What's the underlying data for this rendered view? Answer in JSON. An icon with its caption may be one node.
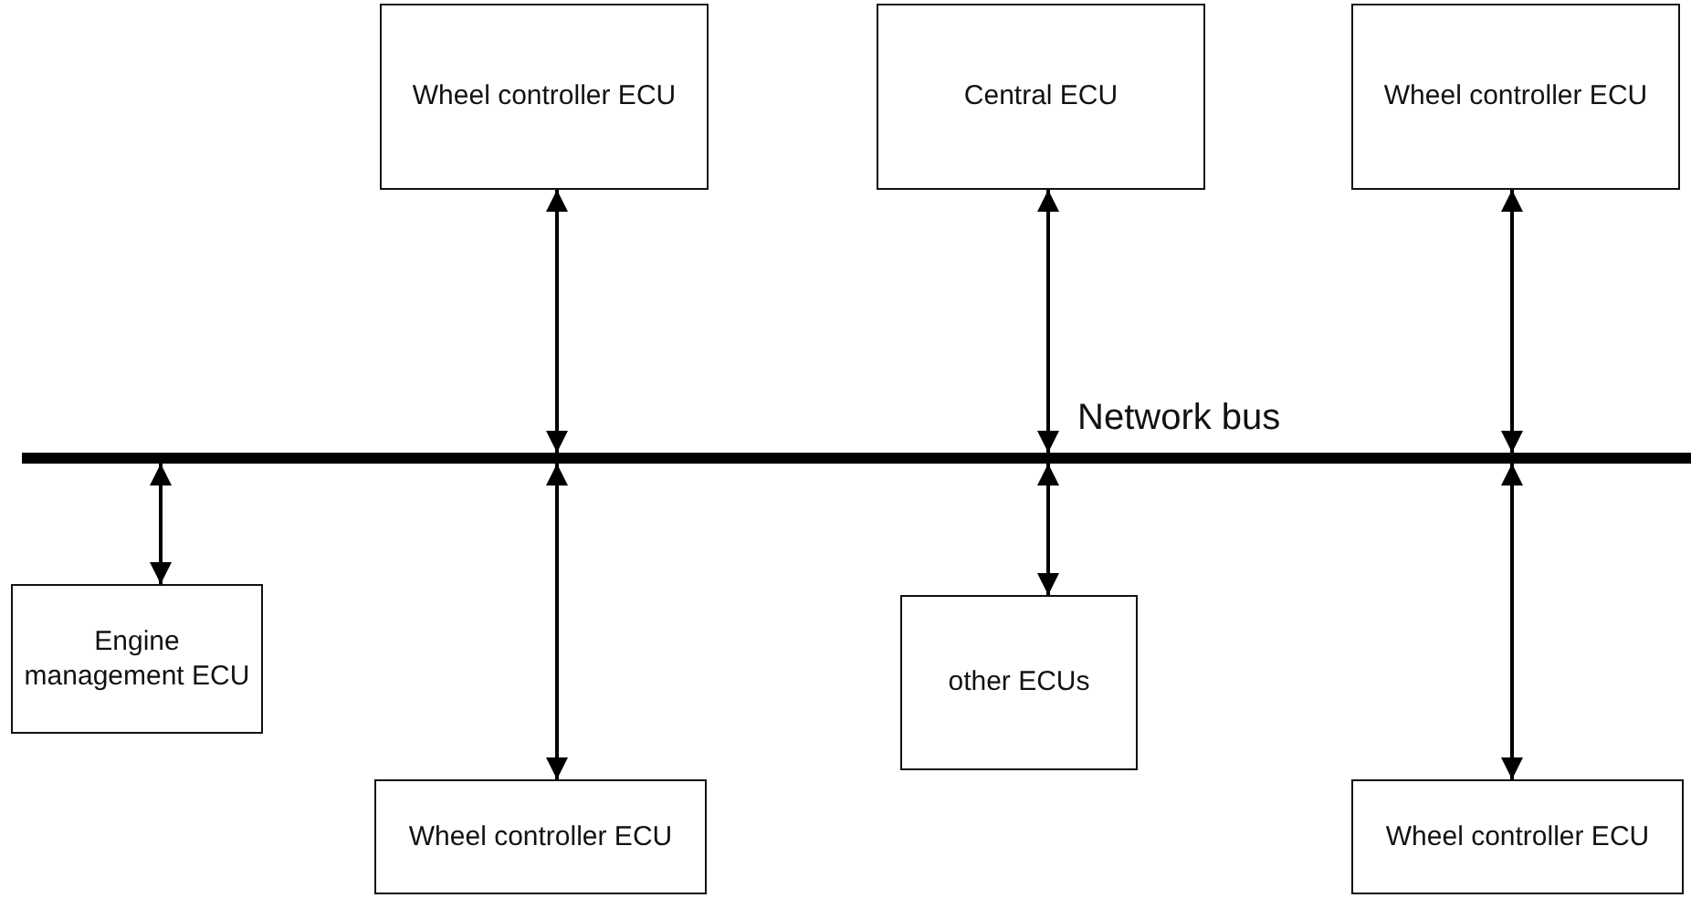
{
  "diagram": {
    "nodes": [
      {
        "text": [
          "Wheel controller ECU"
        ]
      },
      {
        "text": [
          "Central ECU"
        ]
      },
      {
        "text": [
          "Wheel controller ECU"
        ]
      },
      {
        "text": [
          "Network bus"
        ]
      },
      {
        "text": [
          "Engine management ECU"
        ]
      },
      {
        "text": [
          "Wheel controller ECU"
        ]
      },
      {
        "text": [
          "other ECUs"
        ]
      },
      {
        "text": [
          "Wheel controller ECU"
        ]
      }
    ],
    "edges": [
      {
        "from": 0,
        "to": 3,
        "arrow": "both"
      },
      {
        "from": 1,
        "to": 3,
        "arrow": "both"
      },
      {
        "from": 2,
        "to": 3,
        "arrow": "both"
      },
      {
        "from": 3,
        "to": 4,
        "arrow": "both"
      },
      {
        "from": 3,
        "to": 5,
        "arrow": "both"
      },
      {
        "from": 3,
        "to": 6,
        "arrow": "both"
      },
      {
        "from": 3,
        "to": 7,
        "arrow": "both"
      }
    ]
  }
}
